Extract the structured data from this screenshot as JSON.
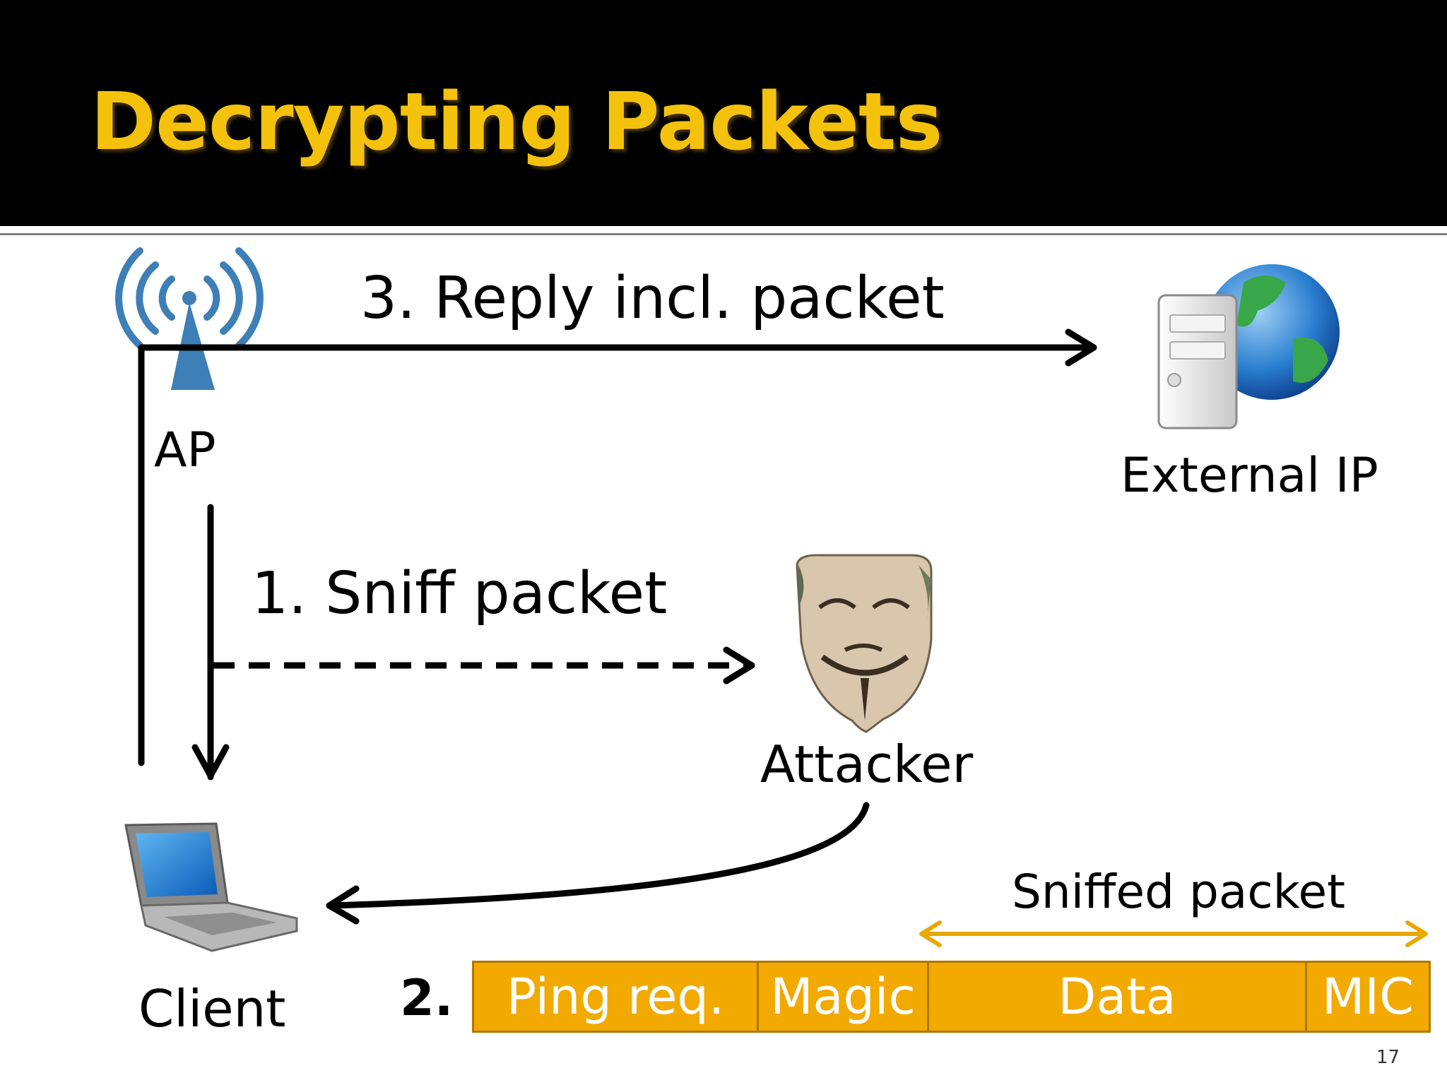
{
  "slide": {
    "title": "Decrypting Packets",
    "page_number": "17"
  },
  "nodes": {
    "ap": "AP",
    "external": "External IP",
    "attacker": "Attacker",
    "client": "Client"
  },
  "steps": {
    "reply": "3. Reply incl. packet",
    "sniff": "1. Sniff packet",
    "step2": "2."
  },
  "packet": {
    "span_label": "Sniffed packet",
    "segments": {
      "ping": "Ping req.",
      "magic": "Magic",
      "data": "Data",
      "mic": "MIC"
    }
  },
  "colors": {
    "title": "#f4c20d",
    "packet_fill": "#f2a900",
    "packet_border": "#b07800",
    "header_bg": "#000000"
  }
}
